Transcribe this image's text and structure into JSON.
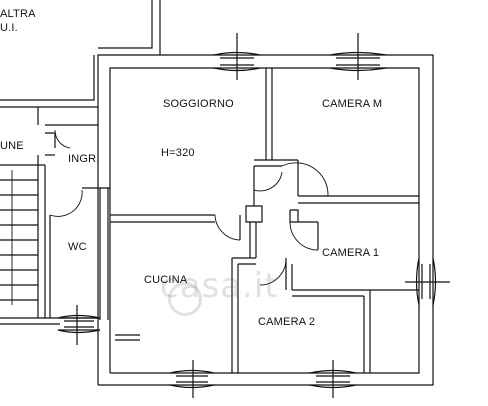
{
  "labels": {
    "altra_line1": "ALTRA",
    "altra_line2": "U.I.",
    "comune": "UNE",
    "soggiorno": "SOGGIORNO",
    "camera_m": "CAMERA M",
    "height_note": "H=320",
    "ingresso": "INGR.",
    "wc": "WC",
    "camera_1": "CAMERA 1",
    "cucina": "CUCINA",
    "camera_2": "CAMERA 2"
  },
  "watermark": {
    "text": "casa.it"
  },
  "colors": {
    "line": "#111111",
    "background": "#ffffff",
    "watermark": "#a0a0a0"
  }
}
